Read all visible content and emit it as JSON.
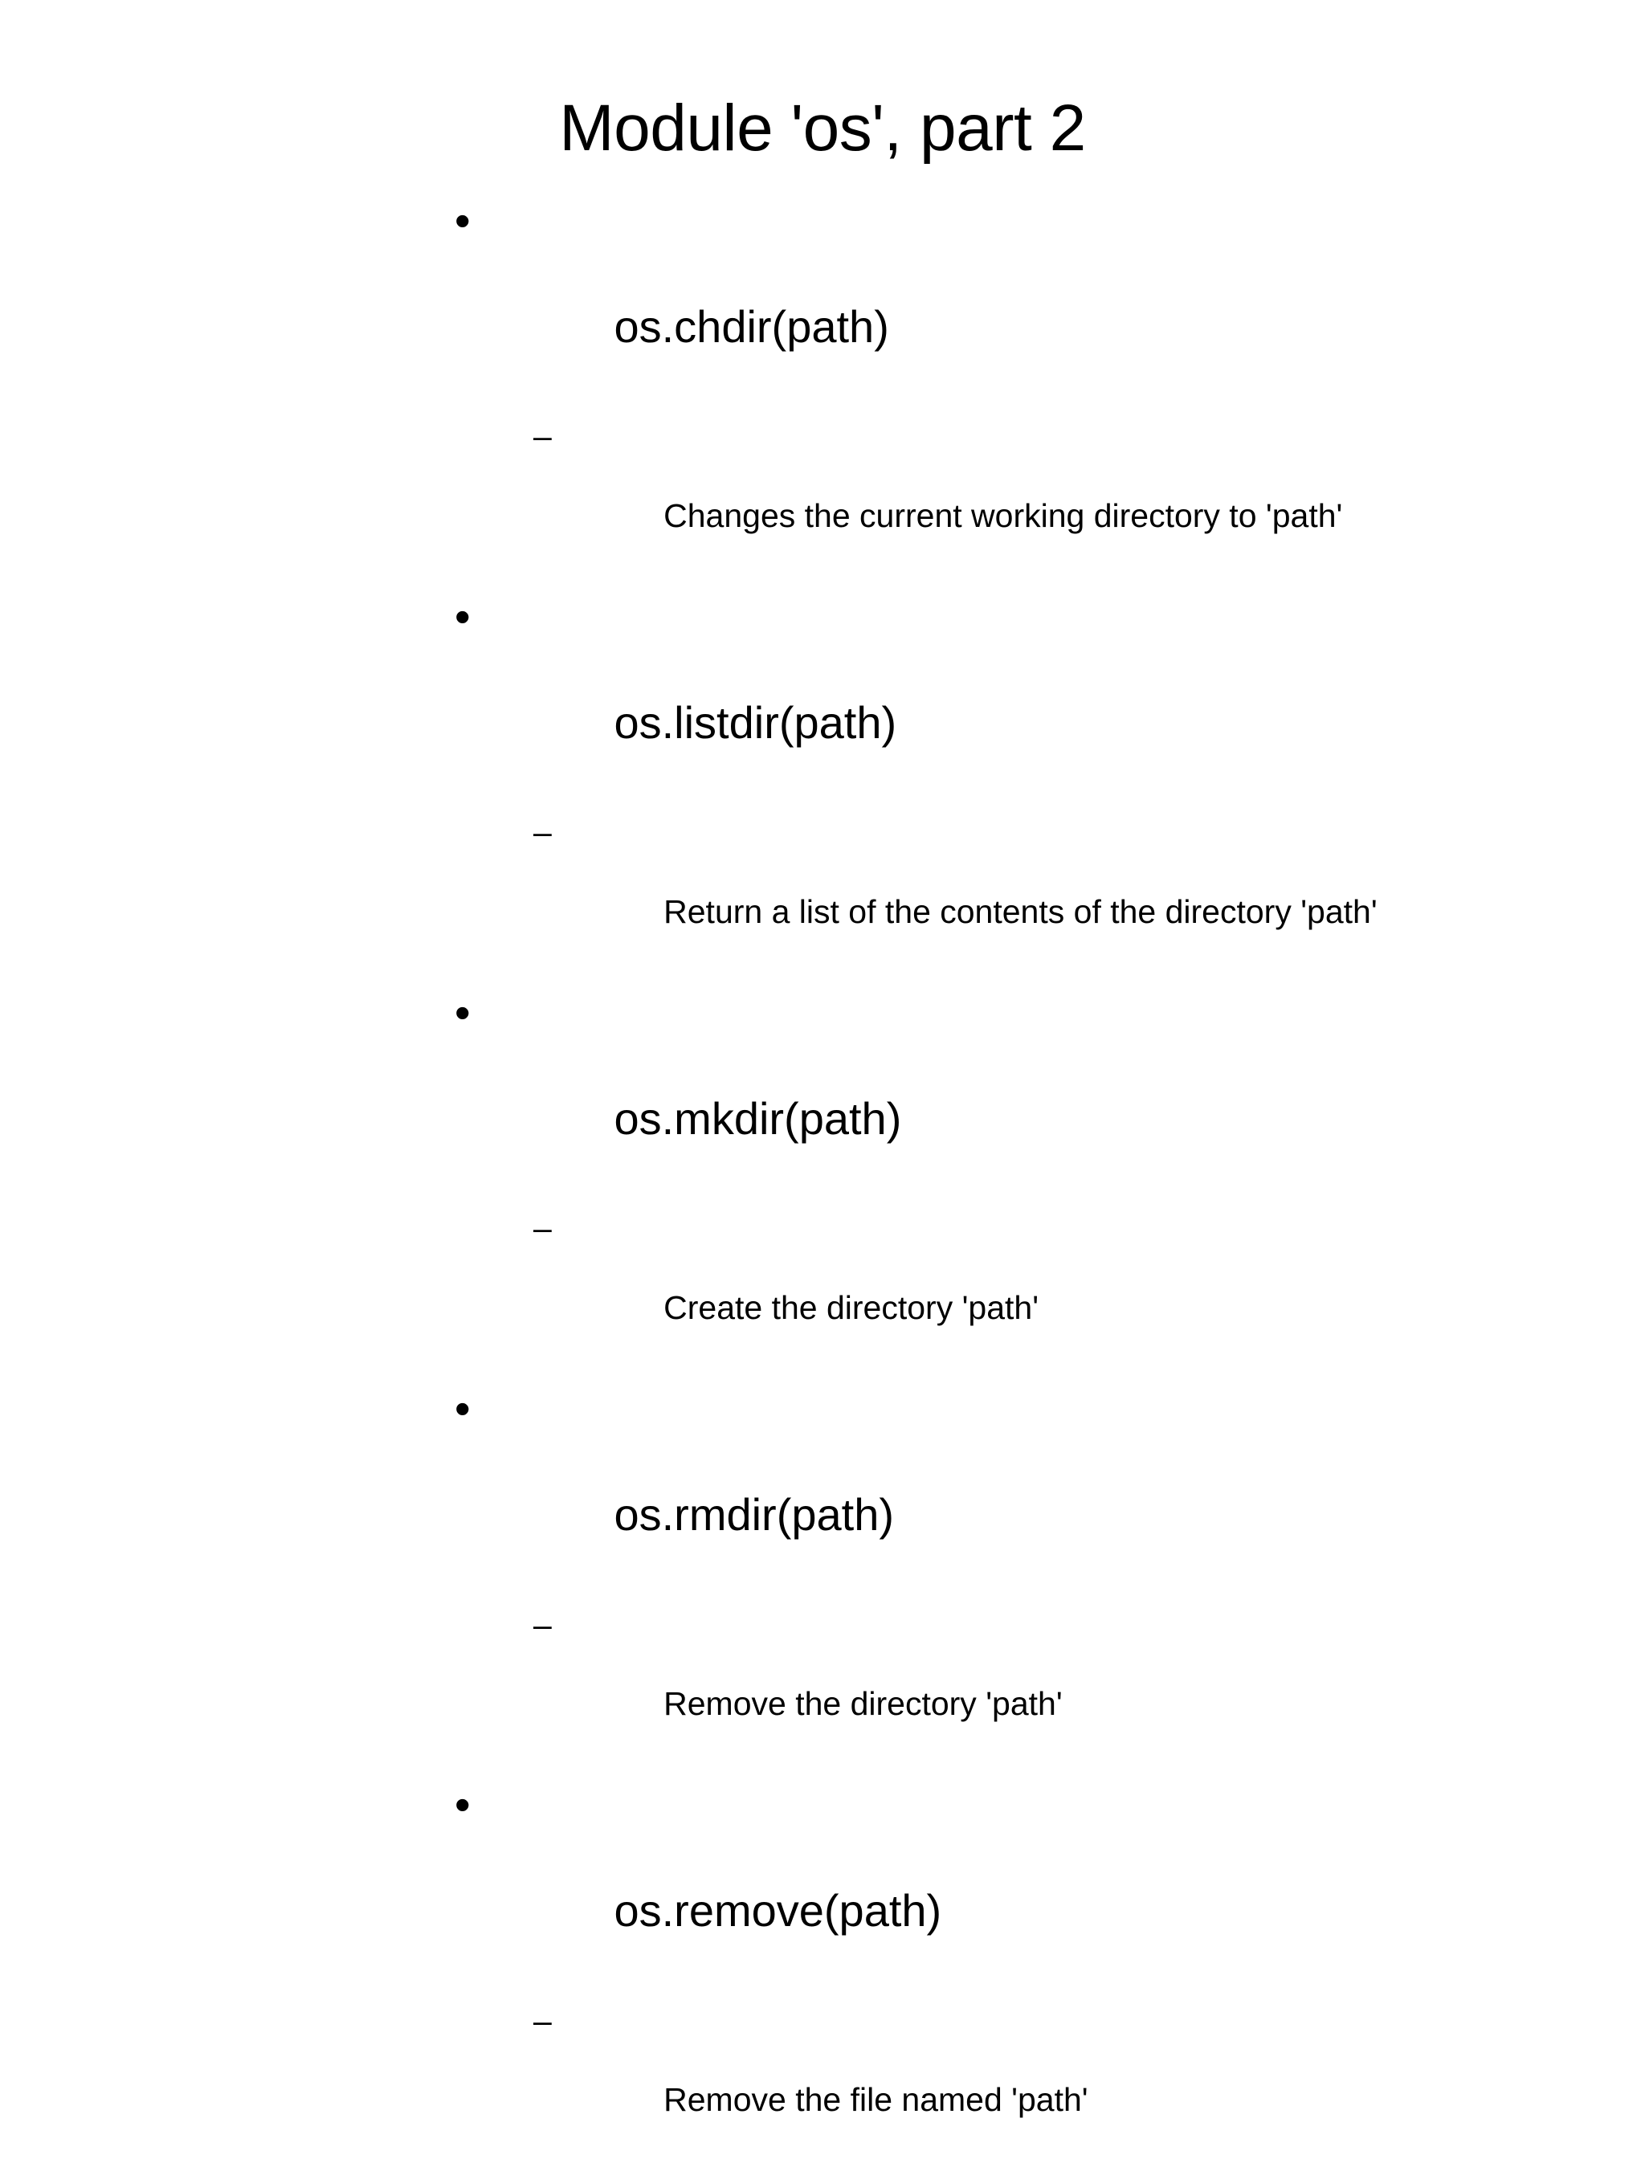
{
  "slide": {
    "title": "Module 'os', part 2",
    "background_color": "#ffffff",
    "text_color": "#000000",
    "level1_marker": "•",
    "level2_marker": "–",
    "groups": [
      {
        "heading": "os.chdir(path)",
        "details": [
          "Changes the current working directory to 'path'"
        ],
        "gap_before": false
      },
      {
        "heading": "os.listdir(path)",
        "details": [
          "Return a list of the contents of the directory 'path'"
        ],
        "gap_before": false
      },
      {
        "heading": "os.mkdir(path)",
        "details": [
          "Create the directory 'path'"
        ],
        "gap_before": true
      },
      {
        "heading": "os.rmdir(path)",
        "details": [
          "Remove the directory 'path'"
        ],
        "gap_before": false
      },
      {
        "heading": "os.remove(path)",
        "details": [
          "Remove the file named 'path'"
        ],
        "gap_before": true
      }
    ]
  }
}
